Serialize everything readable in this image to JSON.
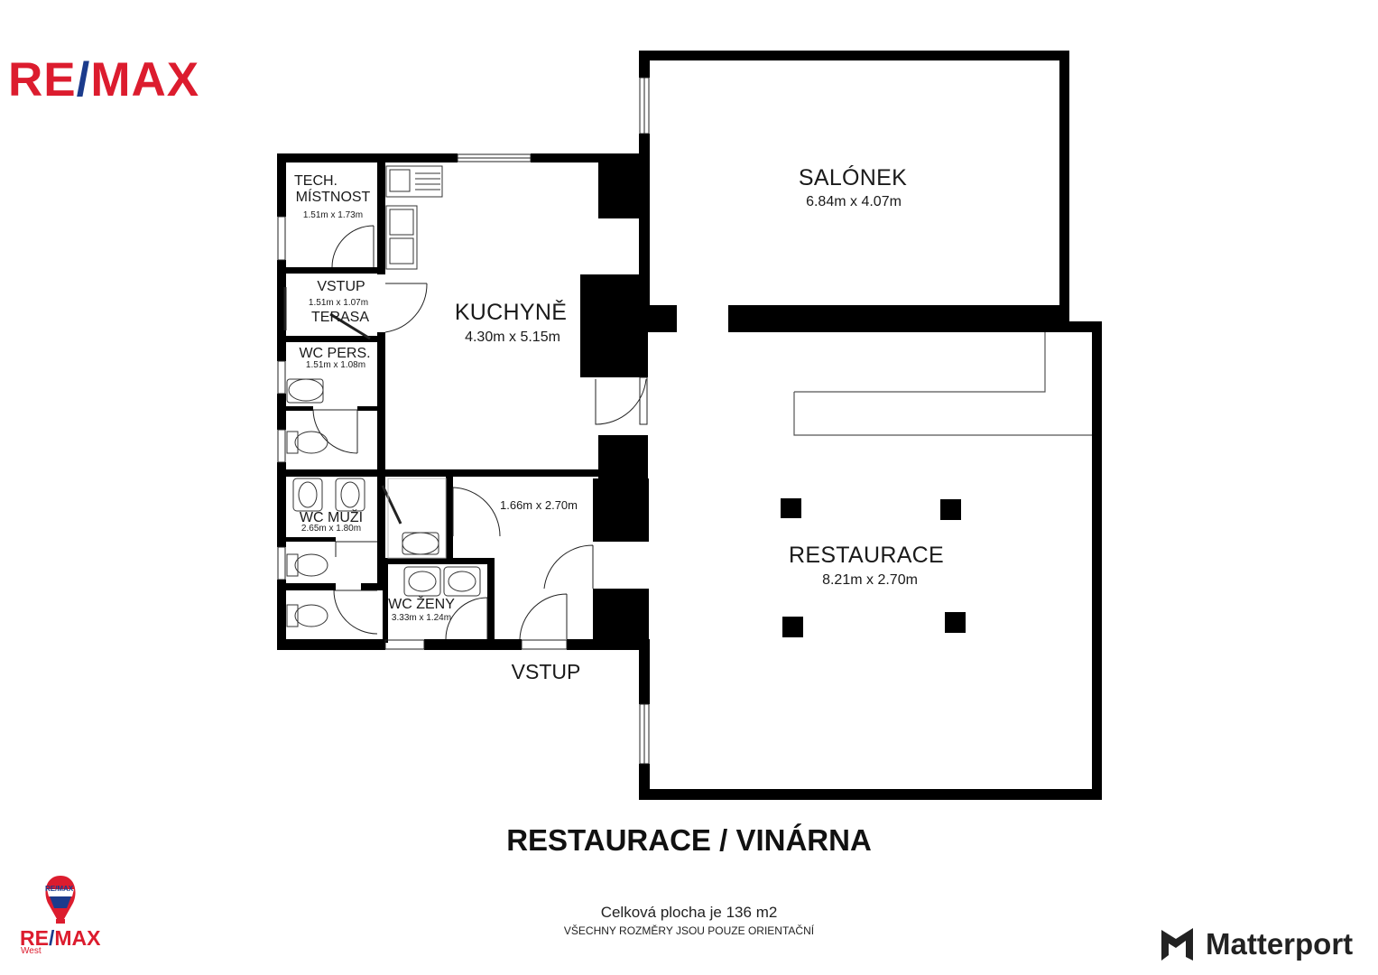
{
  "brand": {
    "top_logo": {
      "left": "RE",
      "slash": "/",
      "right": "MAX"
    },
    "bottom_logo": {
      "left": "RE",
      "slash": "/",
      "right": "MAX",
      "office": "West",
      "balloon": "RE/MAX"
    },
    "matterport": "Matterport",
    "colors": {
      "remax_red": "#dc1c2e",
      "remax_blue": "#1b3b8c",
      "wall": "#000000"
    }
  },
  "rooms": {
    "tech": {
      "name_line1": "TECH.",
      "name_line2": "MÍSTNOST",
      "dims": "1.51m x 1.73m"
    },
    "vstup_terasa": {
      "name_line1": "VSTUP",
      "dims": "1.51m x 1.07m",
      "name_line2": "TERASA"
    },
    "wc_pers": {
      "name": "WC PERS.",
      "dims": "1.51m x 1.08m"
    },
    "kuchyne": {
      "name": "KUCHYNĚ",
      "dims": "4.30m x 5.15m"
    },
    "salonek": {
      "name": "SALÓNEK",
      "dims": "6.84m x 4.07m"
    },
    "hall": {
      "dims": "1.66m x 2.70m"
    },
    "wc_muzi": {
      "name": "WC MUŽI",
      "dims": "2.65m x 1.80m"
    },
    "wc_zeny": {
      "name": "WC ŽENY",
      "dims": "3.33m x 1.24m"
    },
    "restaurace": {
      "name": "RESTAURACE",
      "dims": "8.21m x 2.70m"
    },
    "entrance": {
      "name": "VSTUP"
    }
  },
  "footer": {
    "title": "RESTAURACE / VINÁRNA",
    "total": "Celková plocha je 136 m2",
    "note": "VŠECHNY ROZMĚRY JSOU POUZE ORIENTAČNÍ"
  }
}
